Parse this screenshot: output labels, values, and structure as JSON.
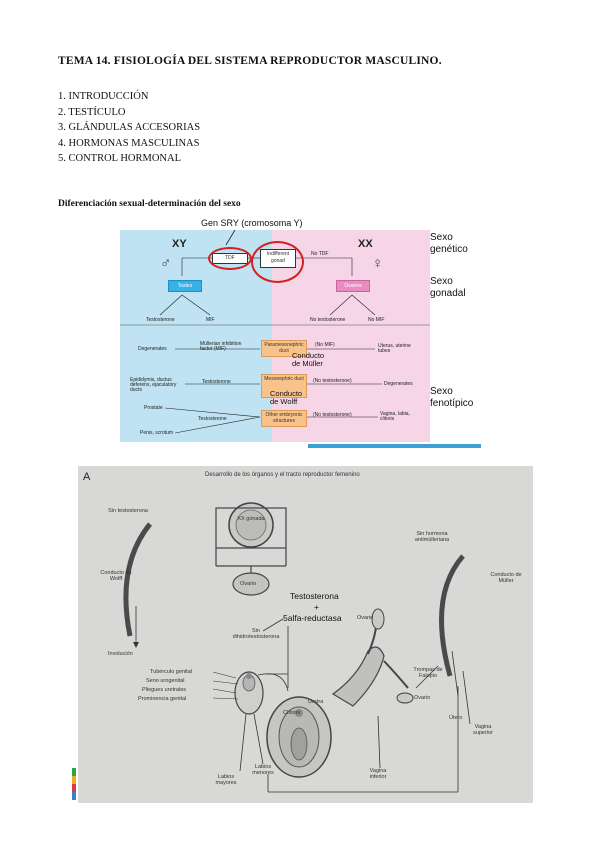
{
  "document": {
    "title": "TEMA 14. FISIOLOGÍA DEL SISTEMA REPRODUCTOR MASCULINO.",
    "toc": [
      "1. INTRODUCCIÓN",
      "2. TESTÍCULO",
      "3. GLÁNDULAS ACCESORIAS",
      "4. HORMONAS MASCULINAS",
      "5. CONTROL HORMONAL"
    ],
    "section_title": "Diferenciación sexual-determinación del sexo"
  },
  "fig1": {
    "gen_sry": "Gen SRY (cromosoma Y)",
    "xy": "XY",
    "xx": "XX",
    "male_symbol": "♂",
    "female_symbol": "♀",
    "tdf": "TDF",
    "no_tdf": "No TDF",
    "indifferent_gonad": "Indifferent gonad",
    "testes": "Testes",
    "ovaries": "Ovaries",
    "testosterone": "Testosterone",
    "mif": "MIF",
    "no_testosterone": "No testosterone",
    "no_mif": "No MIF",
    "paramesonephric": "Paramesonephric duct",
    "mesonephric": "Mesonephric duct",
    "other_embryonic": "Other embryonic structures",
    "degenerates": "Degenerates",
    "mullerian_inhibition": "Müllerian inhibition factor (MIF)",
    "no_mif_paren": "(No MIF)",
    "uterus_tubes": "Uterus, uterine tubes",
    "epididymis": "Epididymis, ductus deferens, ejaculatory ducts",
    "testosterone2": "Testosterone",
    "no_testosterone_paren": "(No testosterone)",
    "degenerates2": "Degenerates",
    "prostate": "Prostate",
    "testosterone3": "Testosterone",
    "no_testosterone_paren2": "(No testosterone)",
    "vagina": "Vagina, labia, clitoris",
    "penis": "Penis, scrotum",
    "conducto_muller": "Conducto de Müller",
    "conducto_wolff": "Conducto de Wolff",
    "sexo_genetico": "Sexo genético",
    "sexo_gonadal": "Sexo gonadal",
    "sexo_fenotipico": "Sexo fenotípico"
  },
  "fig2": {
    "letter": "A",
    "heading": "Desarrollo de los órganos y el tracto reproductor femenino",
    "sin_testosterona": "Sin testosterona",
    "conducto_wolff": "Conducto de Wolff",
    "involucion": "Involución",
    "xx_gonada": "XX gónada",
    "ovario": "Ovario",
    "testosterona": "Testosterona",
    "plus": "+",
    "alfa_reductasa": "5alfa-reductasa",
    "sin_dihidro": "Sin dihidrotestosterona",
    "sin_hormona": "Sin hormona antimülleriana",
    "conducto_muller": "Conducto de Müller",
    "tuberculo": "Tubérculo genital",
    "seno": "Seno urogenital",
    "pliegues": "Pliegues uretrales",
    "prominencia": "Prominencia genital",
    "clitoris": "Clítoris",
    "uretra": "Uretra",
    "ovario2": "Ovario",
    "ovario3": "Ovario",
    "trompas": "Trompas de Falopio",
    "utero": "Útero",
    "vagina_superior": "Vagina superior",
    "vagina_inferior": "Vagina inferior",
    "labios_mayores": "Labios mayores",
    "labios_menores": "Labios menores"
  }
}
